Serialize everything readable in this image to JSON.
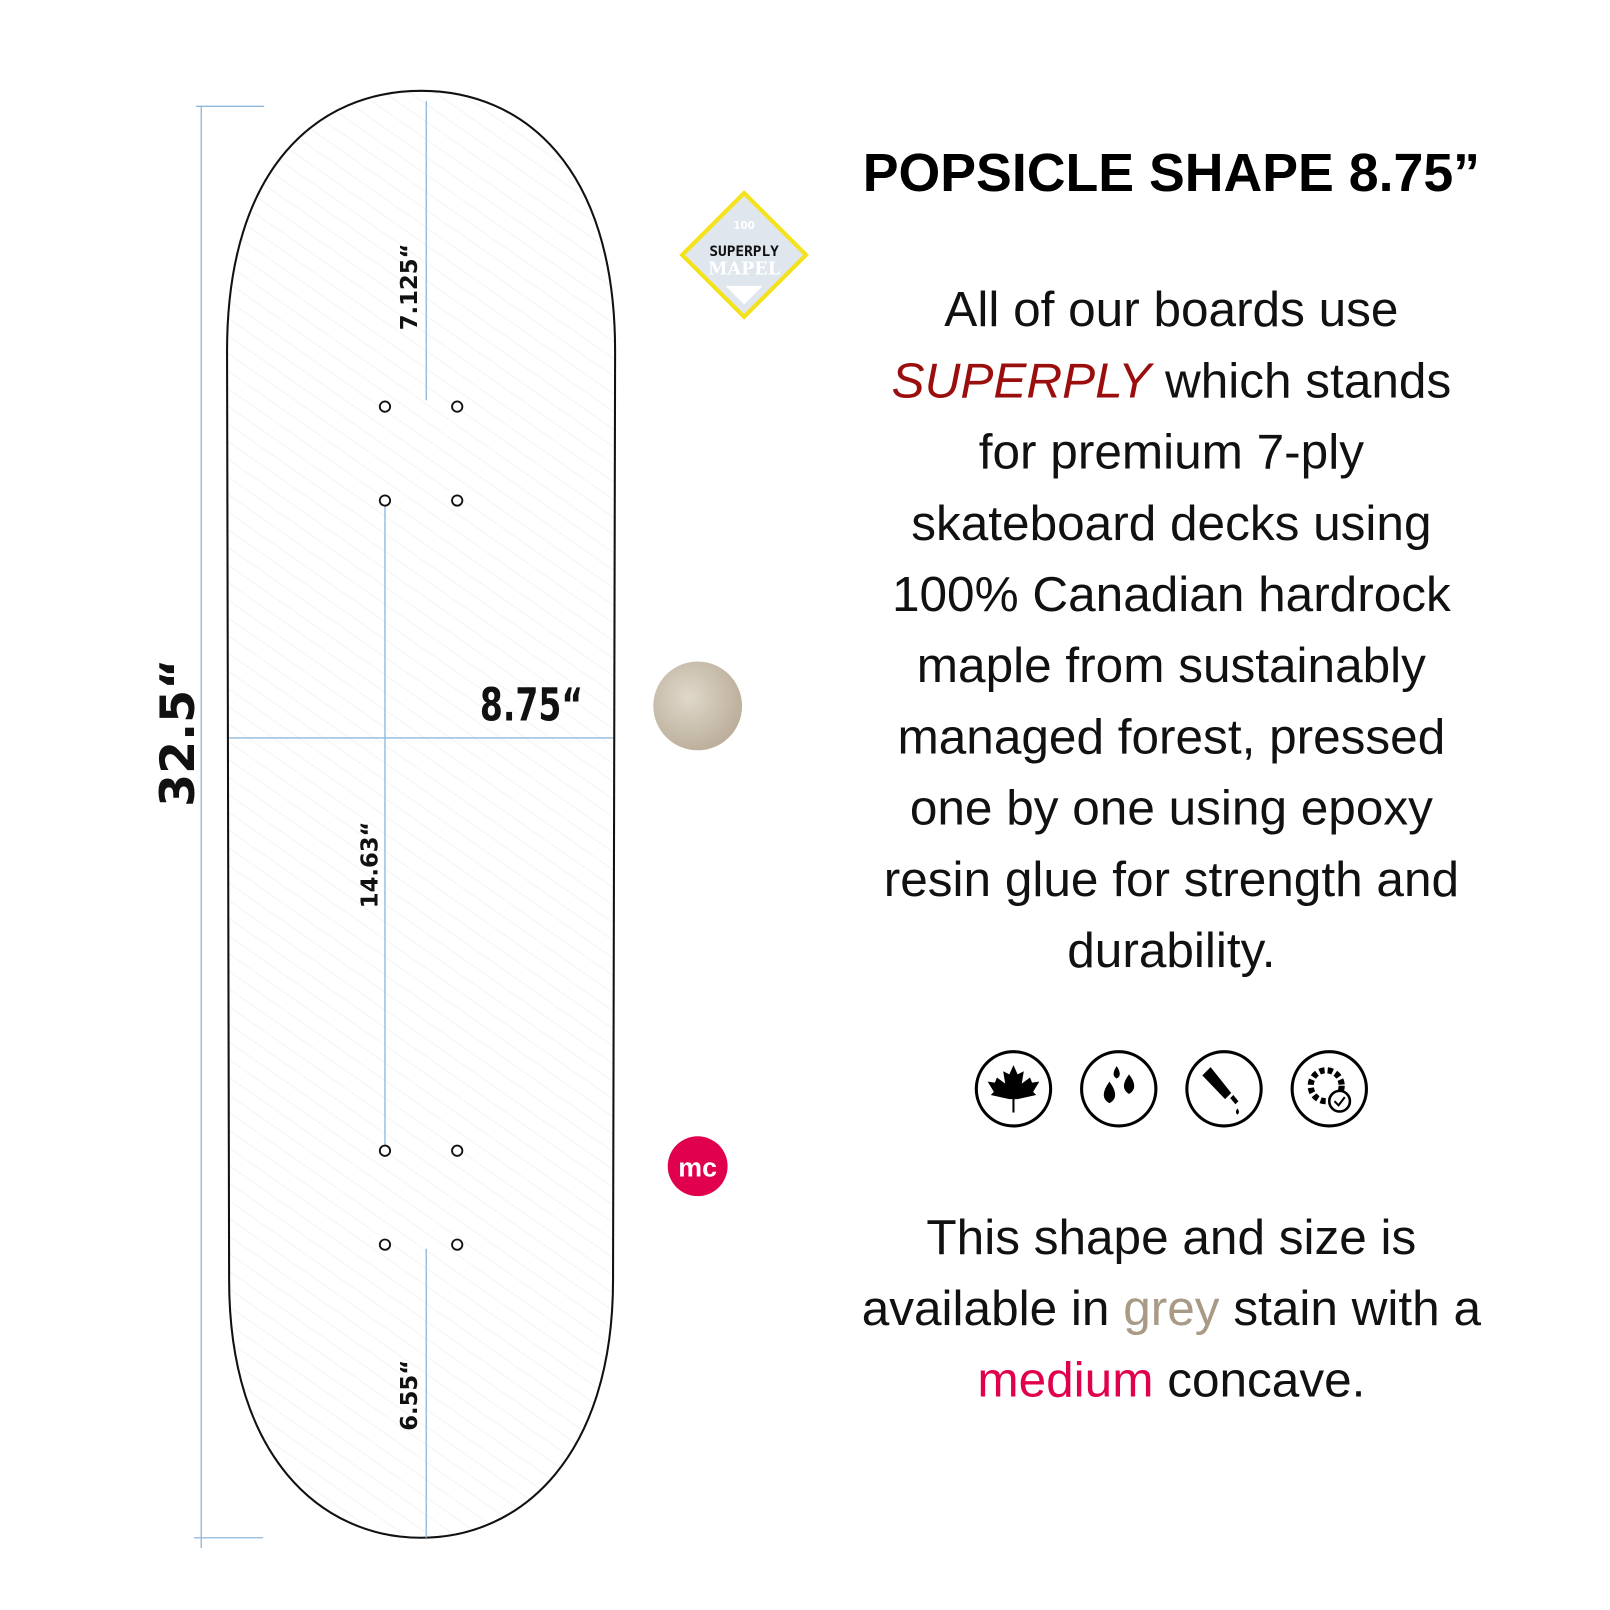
{
  "title": "POPSICLE SHAPE 8.75”",
  "dimensions": {
    "length": "32.5“",
    "width": "8.75“",
    "nose": "7.125“",
    "wheelbase": "14.63“",
    "tail": "6.55“"
  },
  "badge": {
    "number": "100",
    "line1": "SUPERPLY",
    "line2": "MAPEL"
  },
  "logo": "mc",
  "description": {
    "lines": [
      {
        "pre": "All of our boards use",
        "hl": "",
        "post": ""
      },
      {
        "pre": "",
        "hl": "SUPERPLY",
        "post": " which stands"
      },
      {
        "pre": "for premium 7-ply",
        "hl": "",
        "post": ""
      },
      {
        "pre": "skateboard decks using",
        "hl": "",
        "post": ""
      },
      {
        "pre": "100% Canadian hardrock",
        "hl": "",
        "post": ""
      },
      {
        "pre": "maple from sustainably",
        "hl": "",
        "post": ""
      },
      {
        "pre": "managed forest, pressed",
        "hl": "",
        "post": ""
      },
      {
        "pre": "one by one using epoxy",
        "hl": "",
        "post": ""
      },
      {
        "pre": "resin glue for strength and",
        "hl": "",
        "post": ""
      },
      {
        "pre": "durability.",
        "hl": "",
        "post": ""
      }
    ]
  },
  "availability": {
    "line1": "This shape and size is",
    "line2_pre": "available in ",
    "stain": "grey",
    "line2_post": " stain with a",
    "concave": "medium",
    "line3_post": " concave."
  },
  "icons": [
    "maple-leaf-icon",
    "water-drops-icon",
    "glue-tube-icon",
    "quality-seal-icon"
  ],
  "colors": {
    "superply": "#9b0e0e",
    "grey": "#a89a85",
    "medium": "#e0004d",
    "dim_line": "#8fb9dd",
    "badge_border": "#f4e21a"
  }
}
